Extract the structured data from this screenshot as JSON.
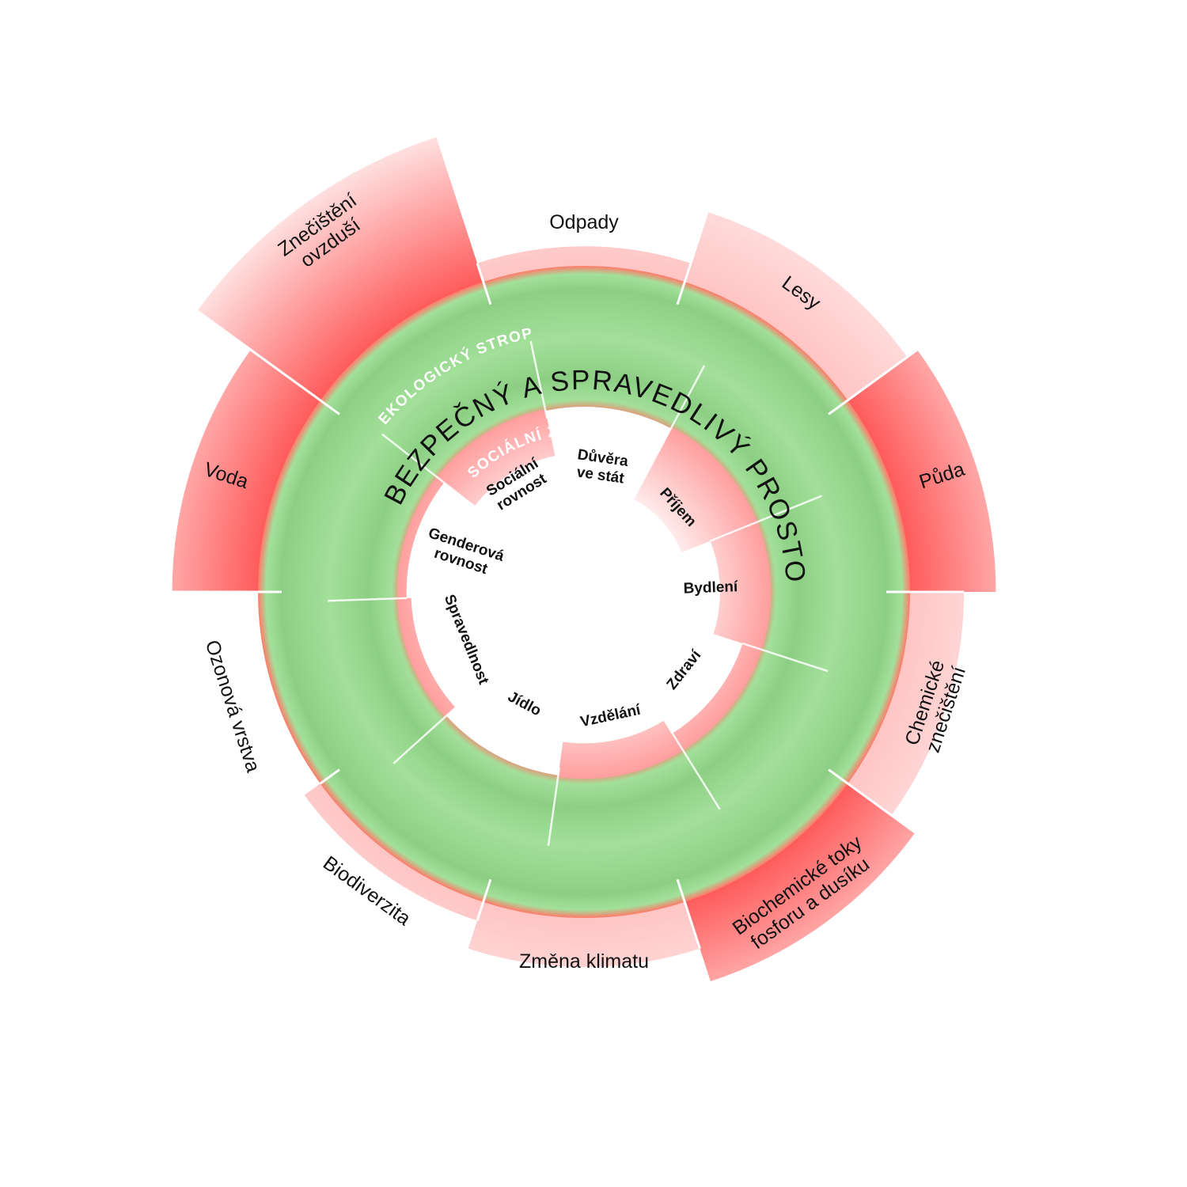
{
  "title": "BEZPEČNÝ A SPRAVEDLIVÝ PROSTOR",
  "ceiling_label": "EKOLOGICKÝ STROP",
  "foundation_label": "SOCIÁLNÍ ZÁKLAD",
  "colors": {
    "green": "#a3e09a",
    "green_dark": "#8ccf83",
    "red": "#ff6060",
    "red_light": "#ffd6d6",
    "overshoot_strong": "#ff5a5a"
  },
  "ecological_ceiling": [
    {
      "label": [
        "Odpady"
      ],
      "overshoot": 0.08,
      "intensity": "light"
    },
    {
      "label": [
        "Lesy"
      ],
      "overshoot": 0.3,
      "intensity": "light"
    },
    {
      "label": [
        "Půda"
      ],
      "overshoot": 0.35,
      "intensity": "strong"
    },
    {
      "label": [
        "Chemické",
        "znečištění"
      ],
      "overshoot": 0.22,
      "intensity": "light"
    },
    {
      "label": [
        "Biochemické toky",
        "fosforu a dusíku"
      ],
      "overshoot": 0.34,
      "intensity": "strong"
    },
    {
      "label": [
        "Změna klimatu"
      ],
      "overshoot": 0.2,
      "intensity": "light"
    },
    {
      "label": [
        "Biodiverzita"
      ],
      "overshoot": 0.08,
      "intensity": "light"
    },
    {
      "label": [
        "Ozonová vrstva"
      ],
      "overshoot": 0.0,
      "intensity": "none"
    },
    {
      "label": [
        "Voda"
      ],
      "overshoot": 0.35,
      "intensity": "strong"
    },
    {
      "label": [
        "Znečištění",
        "ovzduší"
      ],
      "overshoot": 0.62,
      "intensity": "strong"
    }
  ],
  "social_foundation": [
    {
      "label": [
        "Důvěra",
        "ve stát"
      ],
      "shortfall": 0.0
    },
    {
      "label": [
        "Příjem"
      ],
      "shortfall": 0.52
    },
    {
      "label": [
        "Bydlení"
      ],
      "shortfall": 0.32
    },
    {
      "label": [
        "Zdraví"
      ],
      "shortfall": 0.12
    },
    {
      "label": [
        "Vzdělání"
      ],
      "shortfall": 0.22
    },
    {
      "label": [
        "Jídlo"
      ],
      "shortfall": 0.0
    },
    {
      "label": [
        "Spravedlnost"
      ],
      "shortfall": 0.08
    },
    {
      "label": [
        "Genderová",
        "rovnost"
      ],
      "shortfall": 0.05
    },
    {
      "label": [
        "Sociální",
        "rovnost"
      ],
      "shortfall": 0.3
    }
  ]
}
